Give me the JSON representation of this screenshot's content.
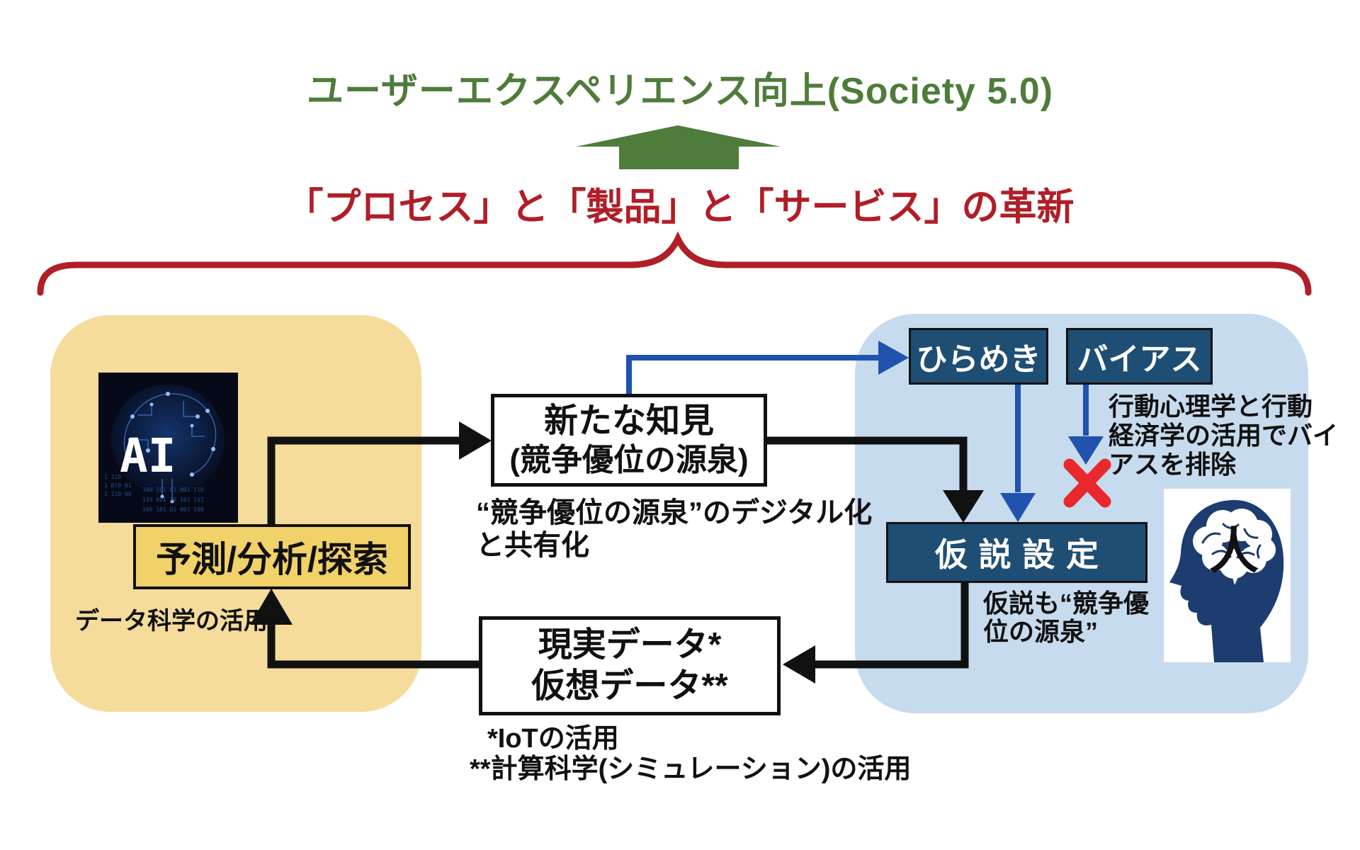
{
  "header": {
    "title": "ユーザーエクスペリエンス向上(Society 5.0)",
    "subtitle": "「プロセス」と「製品」と「サービス」の革新"
  },
  "left_panel": {
    "ai_label": "AI",
    "predict_box": "予測/分析/探索",
    "caption": "データ科学の活用"
  },
  "center": {
    "insight_line1": "新たな知見",
    "insight_line2": "(競争優位の源泉)",
    "insight_note_line1": "“競争優位の源泉”のデジタル化",
    "insight_note_line2": "と共有化",
    "data_line1": "現実データ*",
    "data_line2": "仮想データ**",
    "footnote_line1": "*IoTの活用",
    "footnote_line2": "**計算科学(シミュレーション)の活用"
  },
  "right_panel": {
    "inspiration_box": "ひらめき",
    "bias_box": "バイアス",
    "hypothesis_box": "仮説設定",
    "bias_note_line1": "行動心理学と行動",
    "bias_note_line2": "経済学の活用でバイ",
    "bias_note_line3": "アスを排除",
    "hypothesis_note_line1": "仮説も“競争優",
    "hypothesis_note_line2": "位の源泉”",
    "person_label": "人"
  },
  "colors": {
    "green": "#4e7c3a",
    "red": "#b01e28",
    "navy": "#1f4e74",
    "blue_arrow": "#2052ae",
    "yellow_panel": "#f5dc9b",
    "yellow_box": "#f1d169",
    "light_blue_panel": "#c7dbee",
    "red_x": "#e8282c",
    "black": "#111111"
  }
}
